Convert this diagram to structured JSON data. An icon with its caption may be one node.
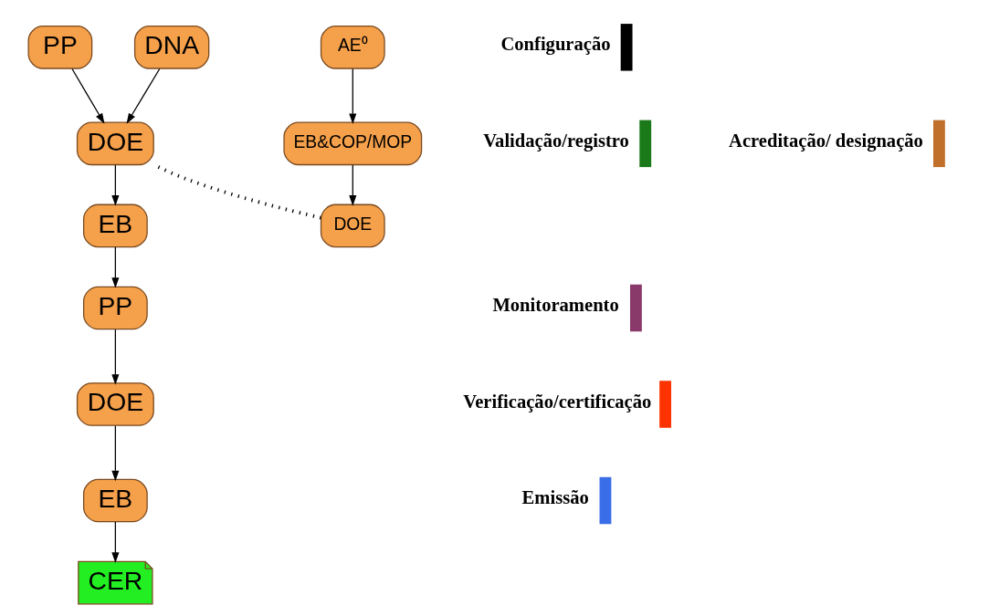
{
  "diagram": {
    "nodes": [
      {
        "text": [
          "PP"
        ]
      },
      {
        "text": [
          "DOE"
        ]
      },
      {
        "text": [
          "EB"
        ]
      },
      {
        "text": [
          "PP"
        ]
      },
      {
        "text": [
          "DOE"
        ]
      },
      {
        "text": [
          "EB"
        ]
      },
      {
        "text": [
          "CER"
        ]
      },
      {
        "text": [
          "AE⁰"
        ]
      },
      {
        "text": [
          "EB&COP/MOP"
        ]
      },
      {
        "text": [
          "DOE"
        ]
      },
      {
        "text": [
          "DNA"
        ]
      }
    ],
    "edges": [
      {
        "from": 0,
        "to": 1,
        "arrow": "to"
      },
      {
        "from": 1,
        "to": 2,
        "arrow": "to"
      },
      {
        "from": 2,
        "to": 3,
        "arrow": "to"
      },
      {
        "from": 3,
        "to": 4,
        "arrow": "to"
      },
      {
        "from": 4,
        "to": 5,
        "arrow": "to"
      },
      {
        "from": 5,
        "to": 6,
        "arrow": "to"
      },
      {
        "from": 7,
        "to": 8,
        "arrow": "to"
      },
      {
        "from": 8,
        "to": 9,
        "arrow": "to"
      },
      {
        "from": 9,
        "to": 1,
        "arrow": "none",
        "style": "dashed"
      },
      {
        "from": 10,
        "to": 1,
        "arrow": "to"
      }
    ],
    "legend": [
      {
        "text": "Configuração",
        "color": "#000000"
      },
      {
        "text": "Validação/registro",
        "color": "#1a7a1a"
      },
      {
        "text": "Monitoramento",
        "color": "#8a3a6a"
      },
      {
        "text": "Verificação/certificação",
        "color": "#ff3300"
      },
      {
        "text": "Emissão",
        "color": "#3a6ee8"
      },
      {
        "text": "Acreditação/ designação",
        "color": "#c0702a"
      }
    ]
  }
}
